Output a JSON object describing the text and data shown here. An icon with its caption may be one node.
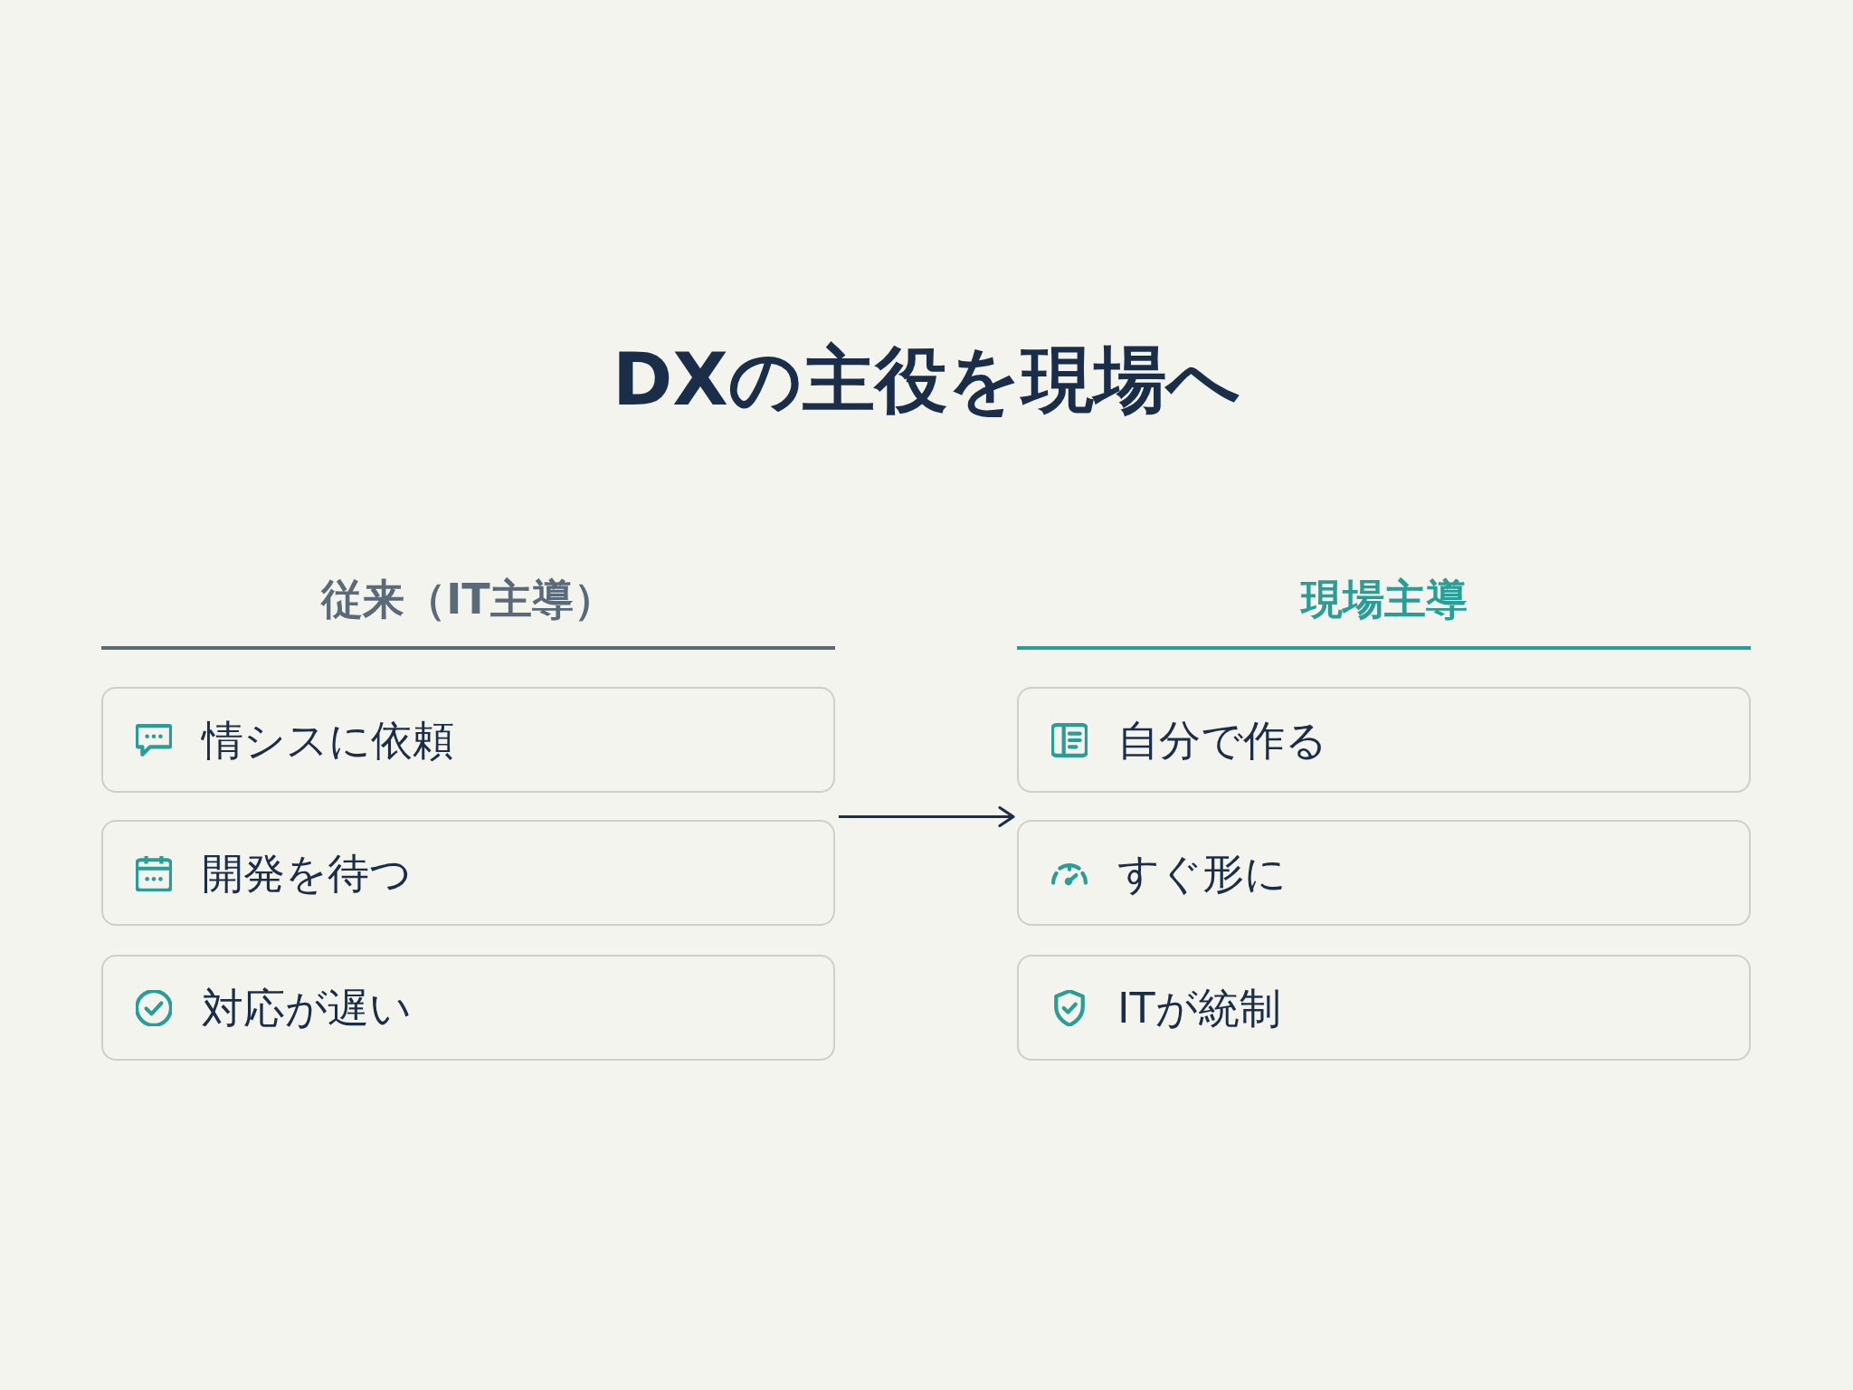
{
  "diagram": {
    "title": "DXの主役を現場へ",
    "nodes": [
      {
        "text": [
          "従来（IT主導）"
        ]
      },
      {
        "text": [
          "情シスに依頼"
        ],
        "in": 0
      },
      {
        "text": [
          "開発を待つ"
        ],
        "in": 0
      },
      {
        "text": [
          "対応が遅い"
        ],
        "in": 0
      },
      {
        "text": [
          "現場主導"
        ]
      },
      {
        "text": [
          "自分で作る"
        ],
        "in": 4
      },
      {
        "text": [
          "すぐ形に"
        ],
        "in": 4
      },
      {
        "text": [
          "ITが統制"
        ],
        "in": 4
      }
    ],
    "edges": [
      {
        "from": 0,
        "to": 4,
        "arrow": "to"
      }
    ]
  }
}
